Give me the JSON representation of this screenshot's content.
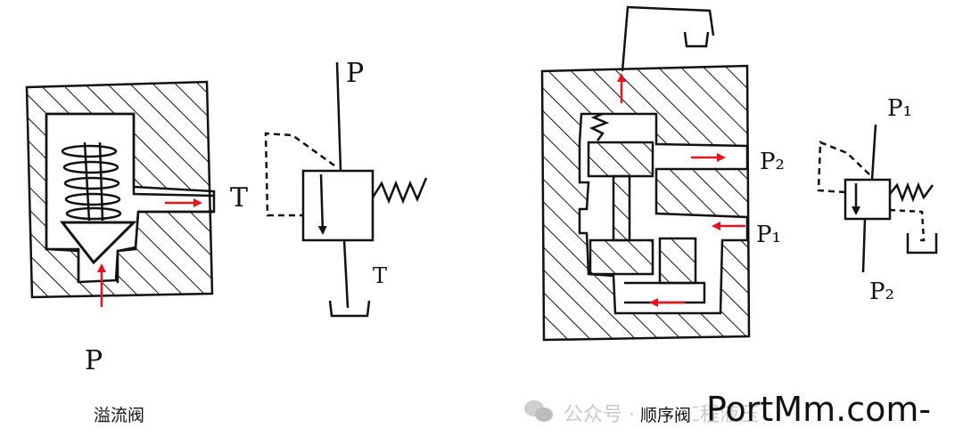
{
  "relief_valve": {
    "caption": "溢流阀",
    "label_P_bottom": "P",
    "label_T_port": "T",
    "symbol": {
      "label_P_top": "P",
      "label_T_tank": "T"
    }
  },
  "sequence_valve": {
    "caption": "顺序阀",
    "label_P2_port": "P₂",
    "label_P1_port": "P₁",
    "symbol": {
      "label_P1_top": "P₁",
      "label_P2_bottom": "P₂"
    }
  },
  "watermark": {
    "wechat_text": "公众号 · 机械工程液压",
    "overlay_text": "PortMm.com-"
  },
  "colors": {
    "ink": "#111111",
    "arrow": "#e8131b",
    "watermark": "#c9c9c9"
  }
}
